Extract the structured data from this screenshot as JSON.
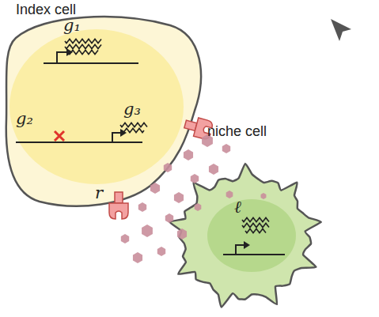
{
  "diagram": {
    "nodes": [
      {
        "text": [
          "Index cell"
        ]
      },
      {
        "text": [
          "niche cell"
        ]
      }
    ],
    "labels": [
      "g₁",
      "g₂",
      "g₃",
      "r",
      "ℓ"
    ]
  }
}
